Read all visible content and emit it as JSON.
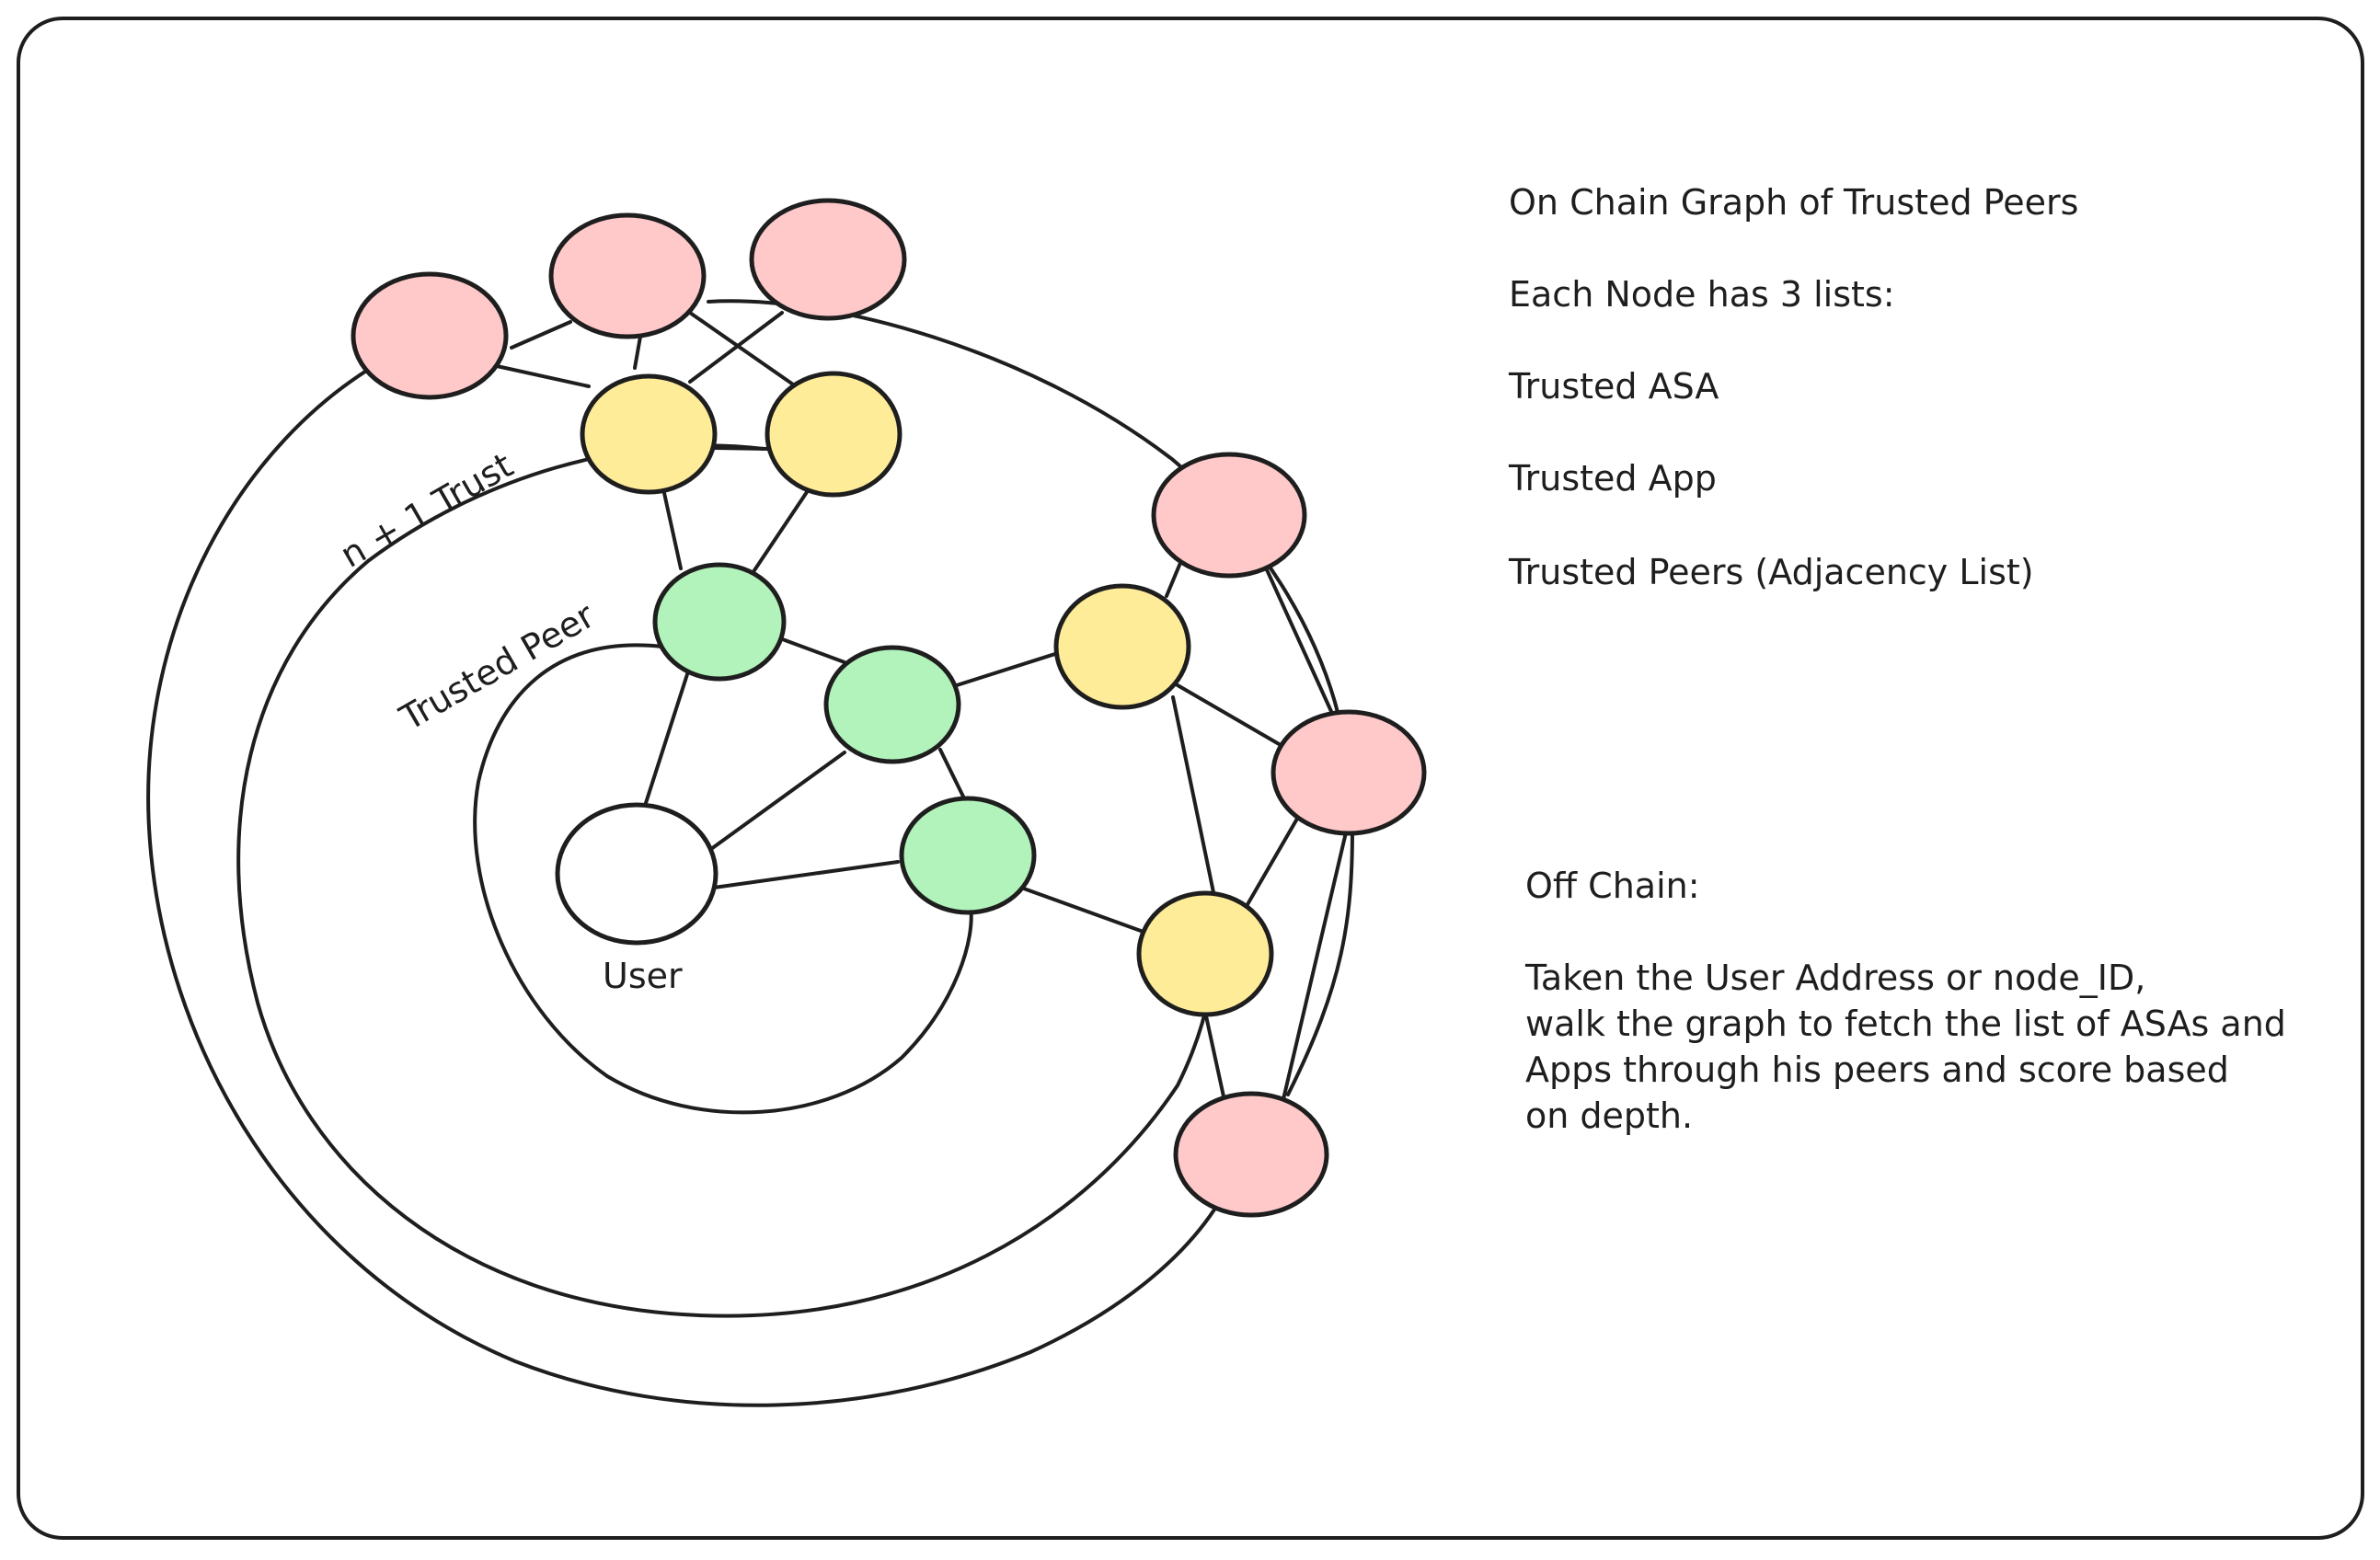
{
  "diagram": {
    "labels": {
      "user": "User",
      "trusted_peer": "Trusted Peer",
      "n_plus_one_trust": "n + 1 Trust"
    },
    "node_colors": {
      "user": "#ffffff",
      "trusted_peer": "#b2f2bb",
      "second_degree": "#ffec99",
      "third_degree": "#ffc9c9",
      "stroke": "#1e1e1e"
    }
  },
  "notes": {
    "on_chain": {
      "title": "On Chain Graph of Trusted Peers",
      "intro": "Each Node has 3 lists:",
      "lists": [
        "Trusted ASA",
        "Trusted App",
        "Trusted Peers (Adjacency List)"
      ]
    },
    "off_chain": {
      "title": "Off Chain:",
      "lines": [
        "Taken the User Address or node_ID,",
        "walk the graph to fetch the list of ASAs and",
        "Apps through his peers and score based",
        "on depth."
      ]
    }
  }
}
